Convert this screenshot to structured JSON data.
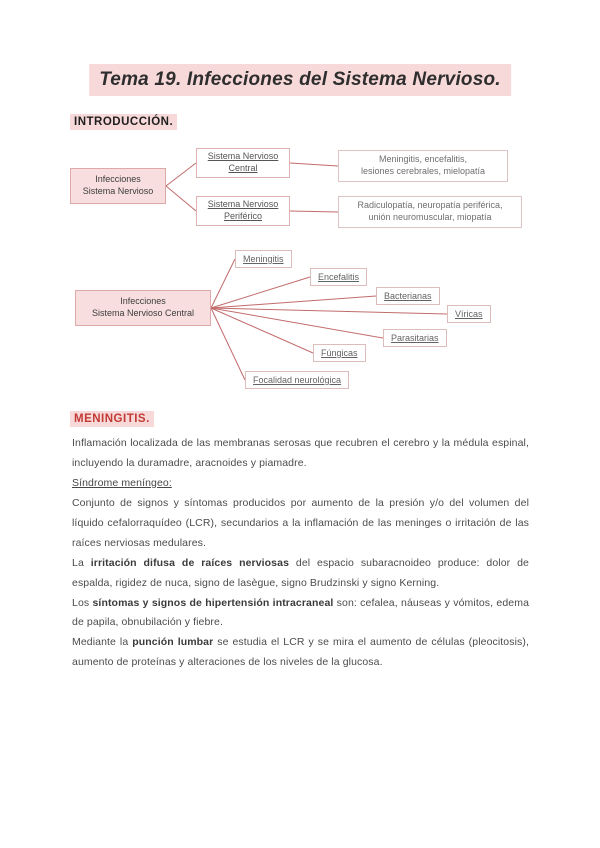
{
  "title": "Tema 19. Infecciones del Sistema Nervioso.",
  "colors": {
    "highlight_pink": "#f8d9d9",
    "box_fill_pink": "#f8dede",
    "heading_red": "#c23b34",
    "connector_red": "#c26b6b"
  },
  "intro": {
    "heading": "INTRODUCCIÓN."
  },
  "diagram1": {
    "root": "Infecciones\nSistema Nervioso",
    "central_label": "Sistema Nervioso\nCentral",
    "central_detail": "Meningitis, encefalitis,\nlesiones cerebrales, mielopatía",
    "peripheral_label": "Sistema Nervioso\nPeriférico",
    "peripheral_detail": "Radiculopatía, neuropatía periférica,\nunión neuromuscular, miopatía"
  },
  "diagram2": {
    "root": "Infecciones\nSistema Nervioso Central",
    "nodes": [
      {
        "label": "Meningitis"
      },
      {
        "label": "Encefalitis"
      },
      {
        "label": "Bacterianas"
      },
      {
        "label": "Víricas"
      },
      {
        "label": "Parasitarias"
      },
      {
        "label": "Fúngicas"
      },
      {
        "label": "Focalidad neurológica"
      }
    ]
  },
  "meningitis": {
    "heading": "MENINGITIS.",
    "p1": "Inflamación localizada de las membranas serosas que recubren el cerebro y la médula espinal, incluyendo la duramadre, aracnoides y piamadre.",
    "subheading": "Síndrome meníngeo:",
    "p2": "Conjunto de signos y síntomas producidos por aumento de la presión y/o del volumen del líquido cefalorraquídeo (LCR), secundarios a la inflamación de las meninges o irritación de las raíces nerviosas medulares.",
    "p3_pre": "La ",
    "p3_bold": "irritación difusa de raíces nerviosas",
    "p3_post": " del espacio subaracnoideo produce: dolor de espalda, rigidez de nuca, signo de lasègue, signo Brudzinski y signo Kerning.",
    "p4_pre": "Los ",
    "p4_bold": "síntomas y signos de hipertensión intracraneal",
    "p4_post": " son: cefalea, náuseas y vómitos, edema de papila, obnubilación y fiebre.",
    "p5_pre": "Mediante la ",
    "p5_bold": "punción lumbar",
    "p5_post": " se estudia el LCR y se mira el aumento de células (pleocitosis), aumento de proteínas y alteraciones de los niveles de la glucosa."
  }
}
